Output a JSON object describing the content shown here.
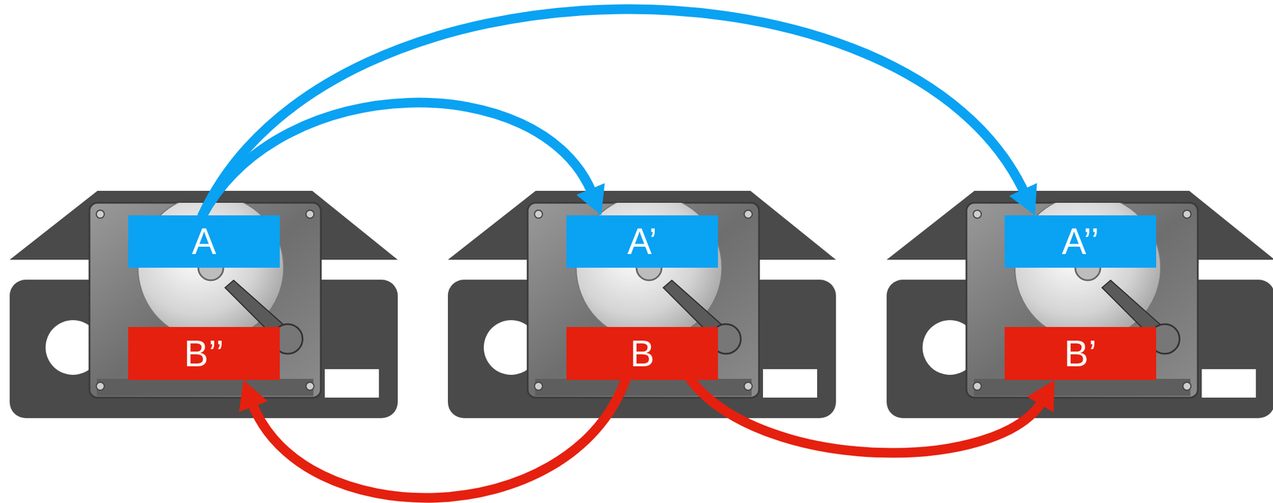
{
  "diagram": {
    "nodes": [
      {
        "text": [
          "A"
        ]
      },
      {
        "text": [
          "A’"
        ]
      },
      {
        "text": [
          "A’’"
        ]
      },
      {
        "text": [
          "B’’"
        ]
      },
      {
        "text": [
          "B"
        ]
      },
      {
        "text": [
          "B’"
        ]
      }
    ],
    "edges": [
      {
        "from": 0,
        "to": 1,
        "arrow": "to"
      },
      {
        "from": 0,
        "to": 2,
        "arrow": "to"
      },
      {
        "from": 4,
        "to": 3,
        "arrow": "to"
      },
      {
        "from": 4,
        "to": 5,
        "arrow": "to"
      }
    ]
  }
}
